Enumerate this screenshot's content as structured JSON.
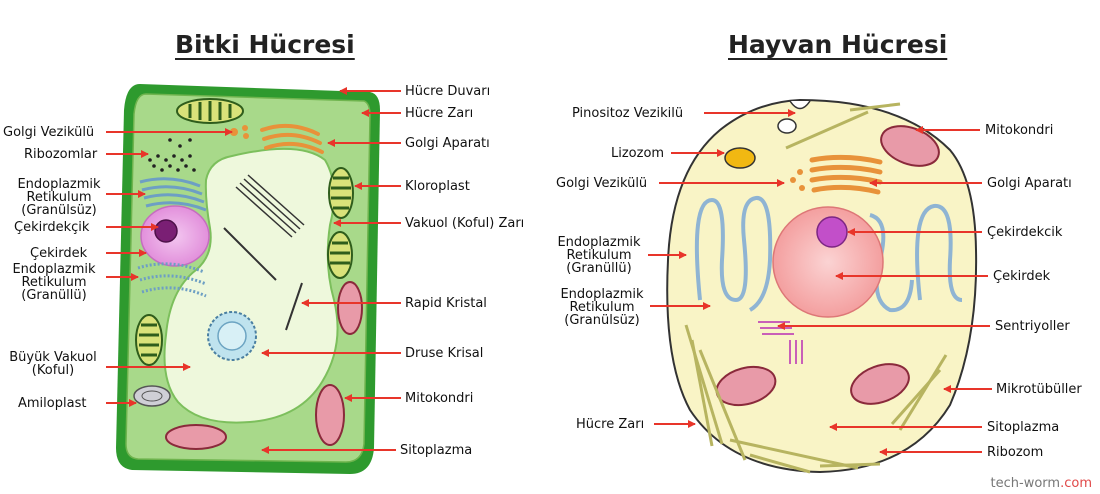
{
  "plant": {
    "title": "Bitki Hücresi",
    "labels": {
      "cell_wall": "Hücre Duvarı",
      "cell_membrane": "Hücre Zarı",
      "golgi_vesicle": "Golgi Vezikülü",
      "ribosomes": "Ribozomlar",
      "golgi_apparatus": "Golgi Aparatı",
      "smooth_er": [
        "Endoplazmik",
        "Retikulum",
        "(Granülsüz)"
      ],
      "chloroplast": "Kloroplast",
      "nucleolus": "Çekirdekçik",
      "vacuole_membrane": "Vakuol (Koful) Zarı",
      "nucleus": "Çekirdek",
      "rough_er": [
        "Endoplazmik",
        "Retikulum",
        "(Granüllü)"
      ],
      "raphide_crystal": "Rapid Kristal",
      "large_vacuole": [
        "Büyük Vakuol",
        "(Koful)"
      ],
      "druse_crystal": "Druse Krisal",
      "amyloplast": "Amiloplast",
      "mitochondria": "Mitokondri",
      "cytoplasm": "Sitoplazma"
    }
  },
  "animal": {
    "title": "Hayvan Hücresi",
    "labels": {
      "pinocytic_vesicle": "Pinositoz Vezikilü",
      "mitochondria": "Mitokondri",
      "lysosome": "Lizozom",
      "golgi_vesicle": "Golgi Vezikülü",
      "golgi_apparatus": "Golgi Aparatı",
      "rough_er": [
        "Endoplazmik",
        "Retikulum",
        "(Granüllü)"
      ],
      "nucleolus": "Çekirdekcik",
      "nucleus": "Çekirdek",
      "smooth_er": [
        "Endoplazmik",
        "Retikulum",
        "(Granülsüz)"
      ],
      "centrioles": "Sentriyoller",
      "microtubules": "Mikrotübüller",
      "cell_membrane": "Hücre Zarı",
      "cytoplasm": "Sitoplazma",
      "ribosome": "Ribozom"
    }
  },
  "watermark": {
    "main": "tech-worm",
    "suffix": ".com"
  },
  "colors": {
    "arrow": "#e8352a",
    "plant_wall": "#2e9a2e",
    "plant_cytoplasm": "#a8d98a",
    "vacuole": "#eef8dc",
    "animal_cytoplasm": "#f9f4c6",
    "nucleus_pink": "#f4a7a7",
    "golgi": "#e8923a"
  }
}
